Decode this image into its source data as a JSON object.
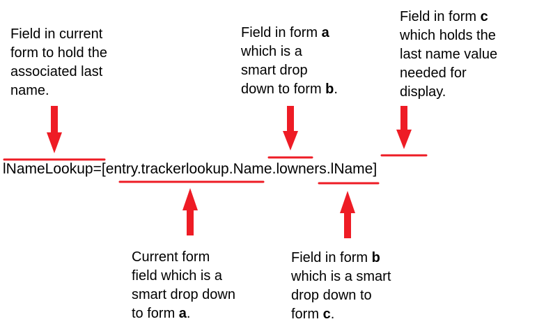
{
  "colors": {
    "accent": "#ee1c25",
    "text": "#000000",
    "background": "#ffffff"
  },
  "formula": {
    "prefix": "lNameLookup=[",
    "part1": "entry.trackerlookup",
    "dot1": ".",
    "part2": "Name",
    "dot2": ".",
    "part3": "lowners",
    "dot3": ".",
    "part4": "lName",
    "suffix": "]"
  },
  "annotations": {
    "current_field": {
      "lines": [
        "Field in current",
        "form to hold the",
        "associated last",
        "name."
      ]
    },
    "form_a_field": {
      "line1_prefix": "Field in form ",
      "line1_bold": "a",
      "lines_rest": [
        "which is a",
        "smart drop"
      ],
      "line4_prefix": "down to form ",
      "line4_bold": "b",
      "line4_suffix": "."
    },
    "form_c_field": {
      "line1_prefix": "Field in form ",
      "line1_bold": "c",
      "lines_rest": [
        "which holds the",
        "last name value",
        "needed for",
        "display."
      ]
    },
    "current_form_field": {
      "lines": [
        "Current form",
        "field which is a",
        "smart drop down"
      ],
      "line4_prefix": "to form  ",
      "line4_bold": "a",
      "line4_suffix": "."
    },
    "form_b_field": {
      "line1_prefix": "Field in form ",
      "line1_bold": "b",
      "lines_rest": [
        "which is a smart",
        "drop down to"
      ],
      "line4_prefix": "form ",
      "line4_bold": "c",
      "line4_suffix": "."
    }
  }
}
